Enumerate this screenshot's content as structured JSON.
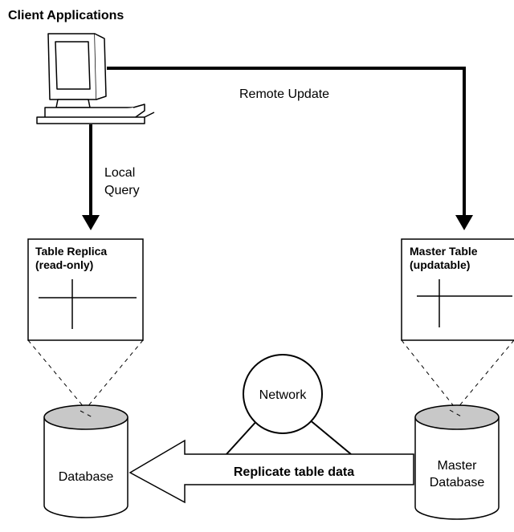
{
  "diagram": {
    "heading": "Client Applications",
    "remote_update_label": "Remote Update",
    "local_query_label_line1": "Local",
    "local_query_label_line2": "Query",
    "replica_table": {
      "title_line1": "Table Replica",
      "title_line2": "(read-only)"
    },
    "master_table": {
      "title_line1": "Master Table",
      "title_line2": "(updatable)"
    },
    "network_label": "Network",
    "replicate_label": "Replicate table data",
    "local_database_label": "Database",
    "master_database_label_line1": "Master",
    "master_database_label_line2": "Database"
  },
  "colors": {
    "ink": "#000000",
    "db_top": "#c8c8c8",
    "background": "#ffffff"
  },
  "icons": [
    "computer-icon",
    "database-icon"
  ]
}
